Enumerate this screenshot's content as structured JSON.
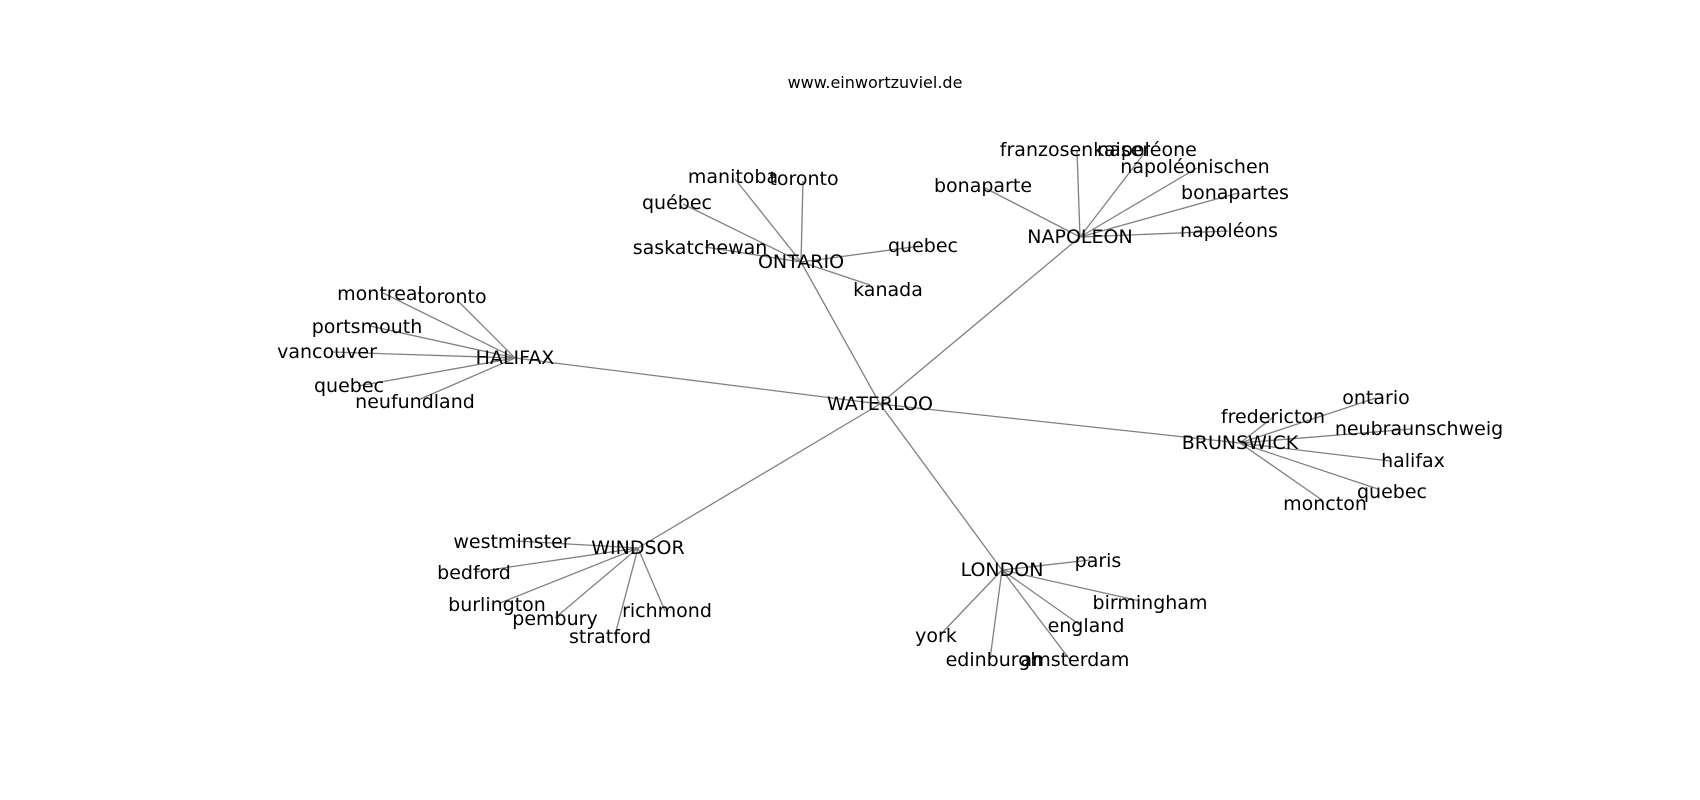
{
  "header": {
    "site": "www.einwortzuviel.de"
  },
  "graph": {
    "center": "WATERLOO",
    "edge_color": "#808080",
    "clusters": [
      {
        "hub": "ONTARIO",
        "leaves": [
          "manitoba",
          "toronto",
          "québec",
          "saskatchewan",
          "quebec",
          "kanada"
        ]
      },
      {
        "hub": "NAPOLEON",
        "leaves": [
          "franzosenkaiser",
          "napoléone",
          "napoléonischen",
          "bonaparte",
          "bonapartes",
          "napoléons"
        ]
      },
      {
        "hub": "HALIFAX",
        "leaves": [
          "montreal",
          "toronto",
          "portsmouth",
          "vancouver",
          "quebec",
          "neufundland"
        ]
      },
      {
        "hub": "BRUNSWICK",
        "leaves": [
          "fredericton",
          "ontario",
          "neubraunschweig",
          "halifax",
          "quebec",
          "moncton"
        ]
      },
      {
        "hub": "WINDSOR",
        "leaves": [
          "westminster",
          "bedford",
          "burlington",
          "pembury",
          "stratford",
          "richmond"
        ]
      },
      {
        "hub": "LONDON",
        "leaves": [
          "paris",
          "birmingham",
          "england",
          "york",
          "edinburgh",
          "amsterdam"
        ]
      }
    ]
  }
}
